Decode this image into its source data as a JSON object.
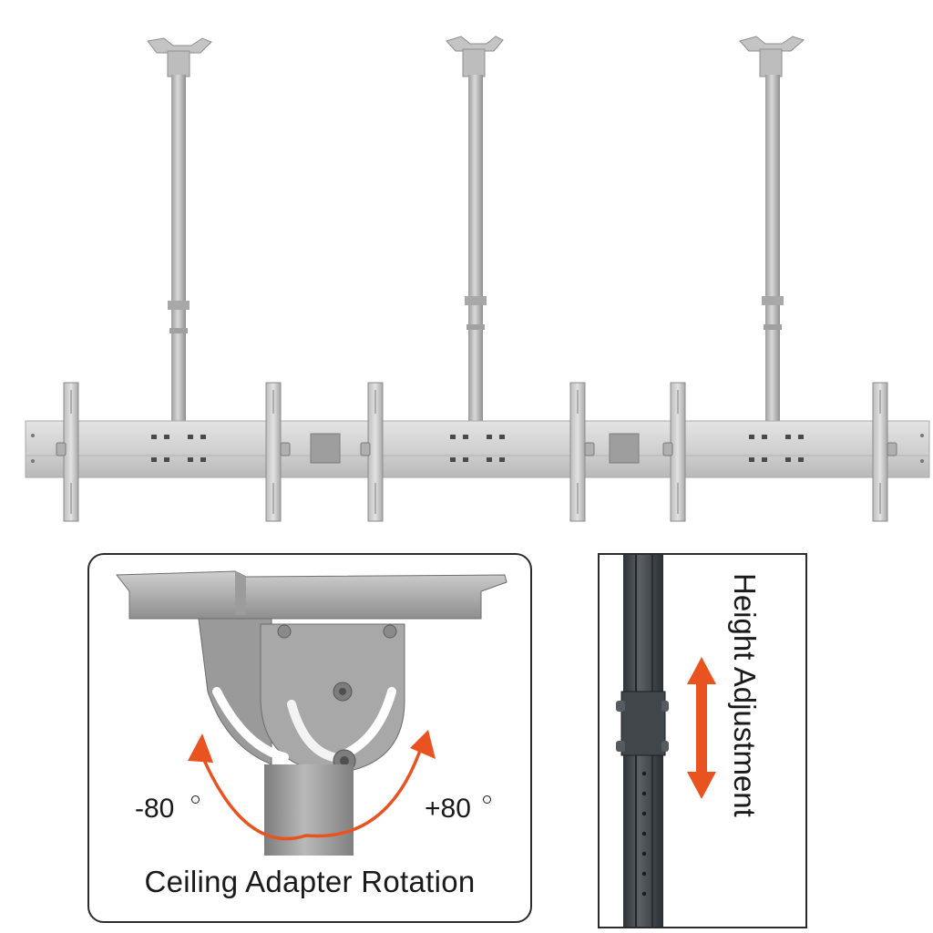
{
  "rotation_panel": {
    "caption": "Ceiling Adapter Rotation",
    "angle_min": "-80",
    "angle_max": "+80"
  },
  "height_panel": {
    "caption": "Height Adjustment"
  },
  "colors": {
    "metal": "#c9c9c9",
    "metal_dark": "#9a9a9a",
    "pole_dark": "#3f4347",
    "arrow": "#e8531f"
  }
}
